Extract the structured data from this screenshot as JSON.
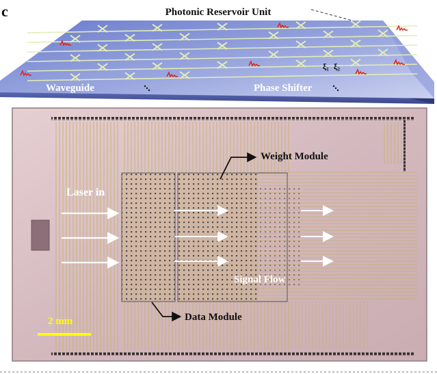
{
  "panel_letter": "c",
  "top_panel": {
    "title": "Photonic Reservoir Unit",
    "labels": {
      "waveguide": "Waveguide",
      "phase_shifter": "Phase Shifter",
      "xi_1": "ξ₁",
      "xi_2": "ξ₂"
    }
  },
  "bottom_panel": {
    "labels": {
      "weight_module": "Weight Module",
      "laser_in": "Laser in",
      "signal_flow": "Signal Flow",
      "data_module": "Data Module",
      "scale_bar": "2 mm"
    }
  },
  "colors": {
    "slab_top": "#7f8fd6",
    "slab_side": "#4f5fa8",
    "waveguide": "#dfe8b0",
    "pulse": "#e02010",
    "chip_bg": "#d8bcc0",
    "trace": "#c9b36a",
    "arrow": "#ffffff",
    "scale_bar": "#ffff00"
  },
  "icons": [
    "coupler-x-icon",
    "optical-pulse-icon",
    "arrow-right-icon",
    "elbow-arrow-icon"
  ]
}
